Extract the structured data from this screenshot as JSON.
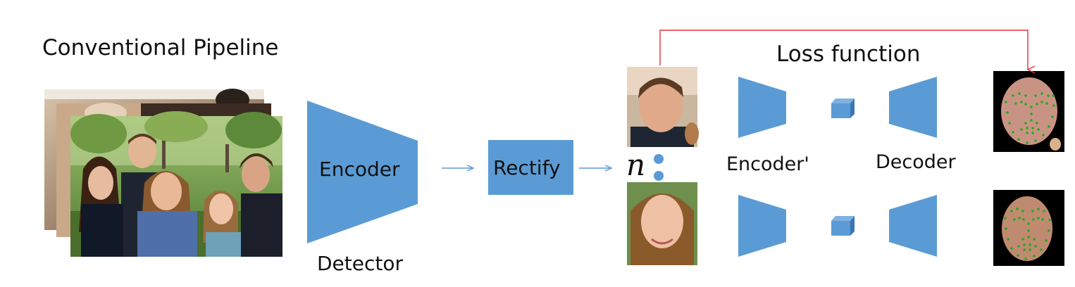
{
  "labels": {
    "pipeline_title": "Conventional Pipeline",
    "encoder": "Encoder",
    "detector": "Detector",
    "rectify": "Rectify",
    "count_symbol": "n",
    "loss_function": "Loss function",
    "encoder_prime": "Encoder'",
    "decoder": "Decoder"
  },
  "colors": {
    "block_blue": "#5b9bd5",
    "arrow_blue": "#5b9bd5",
    "loss_arrow_red": "#e0323a",
    "landmark_green": "#22aa22"
  },
  "icons": {
    "latent_code": "cube-icon",
    "ellipsis": "vertical-dots-icon"
  }
}
